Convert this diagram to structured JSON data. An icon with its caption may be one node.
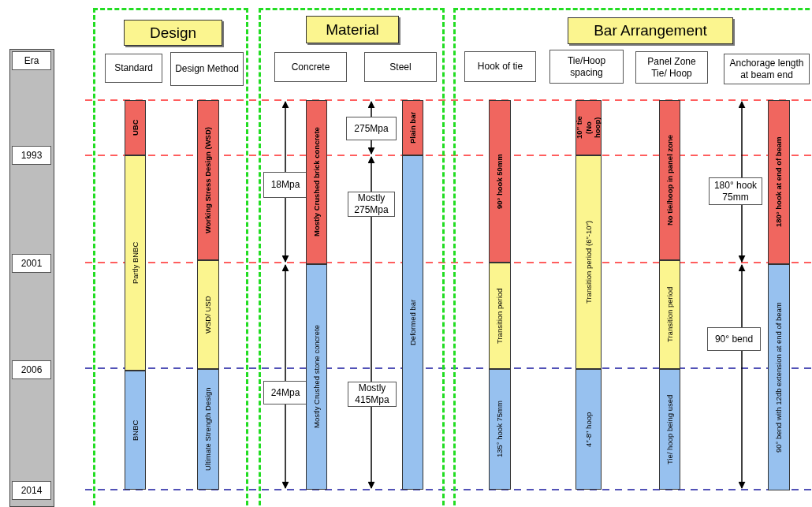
{
  "diagram": {
    "nodes": [
      {
        "text": [],
        "shape": "bar"
      },
      {
        "text": [
          "Era"
        ],
        "in": 0
      },
      {
        "text": [
          "1993"
        ],
        "in": 0
      },
      {
        "text": [
          "2001"
        ],
        "in": 0
      },
      {
        "text": [
          "2006"
        ],
        "in": 0
      },
      {
        "text": [
          "2014"
        ],
        "in": 0
      },
      {
        "text": [],
        "shape": "box"
      },
      {
        "text": [
          "Design"
        ],
        "in": 6
      },
      {
        "text": [
          "Standard"
        ],
        "in": 6
      },
      {
        "text": [
          "Design Method"
        ],
        "in": 6
      },
      {
        "text": [
          "UBC"
        ],
        "in": 6
      },
      {
        "text": [
          "Partly BNBC"
        ],
        "in": 6
      },
      {
        "text": [
          "BNBC"
        ],
        "in": 6
      },
      {
        "text": [
          "Working Stress Design (WSD)"
        ],
        "in": 6
      },
      {
        "text": [
          "WSD/ USD"
        ],
        "in": 6
      },
      {
        "text": [
          "Ultimate Strength Design"
        ],
        "in": 6
      },
      {
        "text": [],
        "shape": "box"
      },
      {
        "text": [
          "Material"
        ],
        "in": 16
      },
      {
        "text": [
          "Concrete"
        ],
        "in": 16
      },
      {
        "text": [
          "Steel"
        ],
        "in": 16
      },
      {
        "text": [
          "18Mpa"
        ],
        "in": 16
      },
      {
        "text": [
          "24Mpa"
        ],
        "in": 16
      },
      {
        "text": [
          "Mostly Crushed brick concrete"
        ],
        "in": 16
      },
      {
        "text": [
          "Mostly Crushed stone concrete"
        ],
        "in": 16
      },
      {
        "text": [
          "275Mpa"
        ],
        "in": 16
      },
      {
        "text": [
          "Mostly 275Mpa"
        ],
        "in": 16
      },
      {
        "text": [
          "Mostly 415Mpa"
        ],
        "in": 16
      },
      {
        "text": [
          "Plain bar"
        ],
        "in": 16
      },
      {
        "text": [
          "Deformed bar"
        ],
        "in": 16
      },
      {
        "text": [],
        "shape": "box"
      },
      {
        "text": [
          "Bar Arrangement"
        ],
        "in": 29
      },
      {
        "text": [
          "Hook of tie"
        ],
        "in": 29
      },
      {
        "text": [
          "Tie/Hoop spacing"
        ],
        "in": 29
      },
      {
        "text": [
          "Panel Zone Tie/ Hoop"
        ],
        "in": 29
      },
      {
        "text": [
          "Anchorage length at beam end"
        ],
        "in": 29
      },
      {
        "text": [
          "90° hook 50mm"
        ],
        "in": 29
      },
      {
        "text": [
          "Transition period"
        ],
        "in": 29
      },
      {
        "text": [
          "135° hook 75mm"
        ],
        "in": 29
      },
      {
        "text": [
          "10″ tie (No hoop)"
        ],
        "in": 29
      },
      {
        "text": [
          "Transition period (6″-10″)"
        ],
        "in": 29
      },
      {
        "text": [
          "4″-8″ hoop"
        ],
        "in": 29
      },
      {
        "text": [
          "No tie/hoop in panel zone"
        ],
        "in": 29
      },
      {
        "text": [
          "Transition period"
        ],
        "in": 29
      },
      {
        "text": [
          "Tie/ hoop being used"
        ],
        "in": 29
      },
      {
        "text": [
          "180° hook 75mm"
        ],
        "in": 29
      },
      {
        "text": [
          "90° bend"
        ],
        "in": 29
      },
      {
        "text": [
          "180° hook at end of beam"
        ],
        "in": 29
      },
      {
        "text": [
          "90° bend with 12db extension at end of beam"
        ],
        "in": 29
      }
    ]
  }
}
